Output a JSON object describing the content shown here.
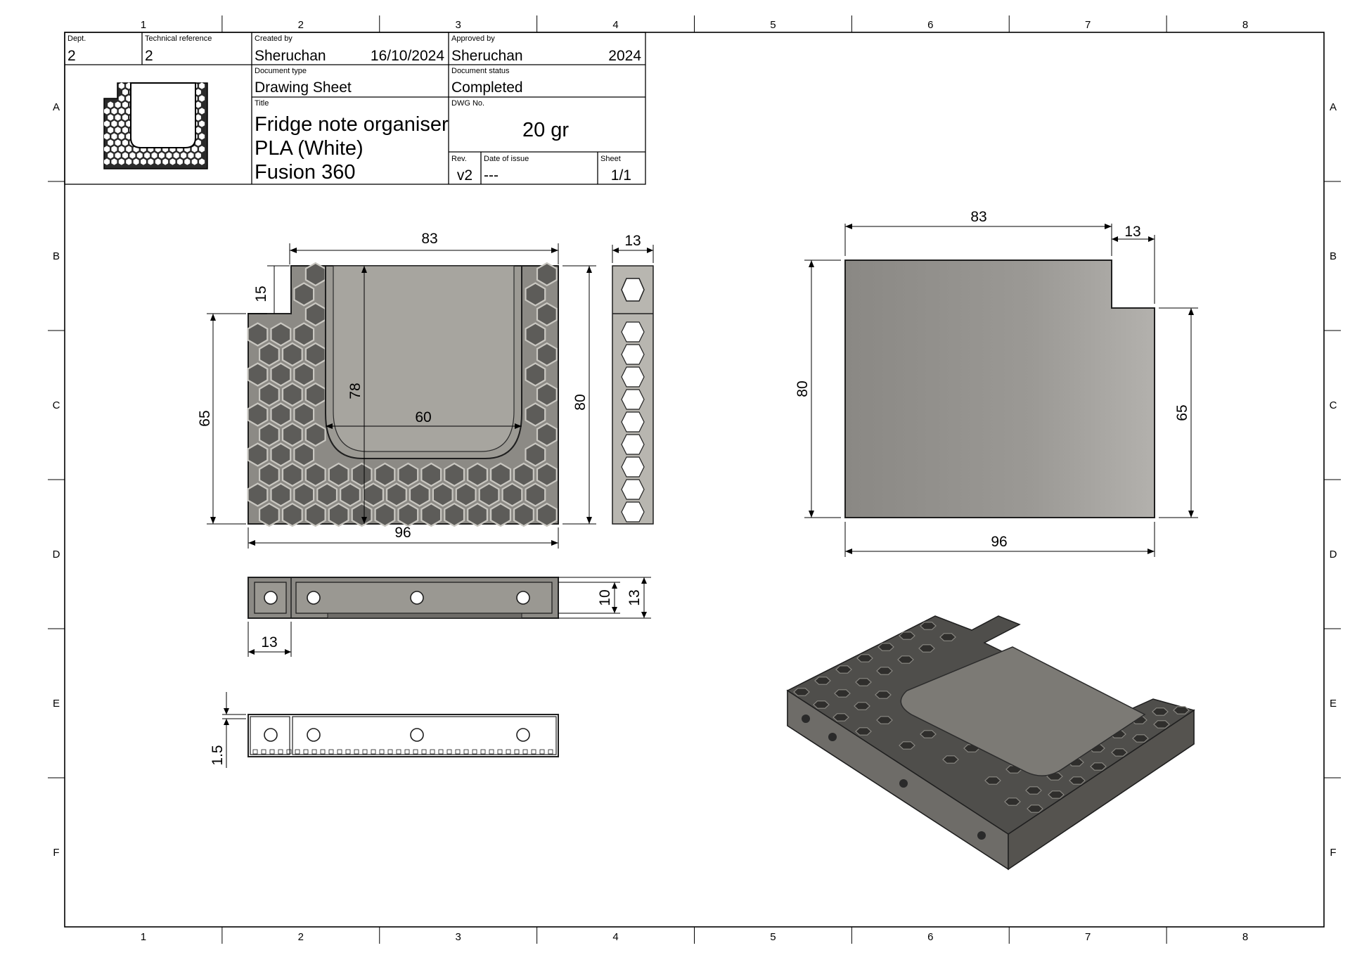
{
  "title_block": {
    "dept_label": "Dept.",
    "dept_value": "2",
    "tech_ref_label": "Technical reference",
    "tech_ref_value": "2",
    "created_by_label": "Created by",
    "created_by_value": "Sheruchan",
    "created_date": "16/10/2024",
    "approved_by_label": "Approved by",
    "approved_by_value": "Sheruchan",
    "approved_year": "2024",
    "doc_type_label": "Document type",
    "doc_type_value": "Drawing Sheet",
    "doc_status_label": "Document status",
    "doc_status_value": "Completed",
    "title_label": "Title",
    "title_lines": [
      "Fridge note organiser",
      "PLA (White)",
      "Fusion 360"
    ],
    "dwg_label": "DWG No.",
    "dwg_value": "20 gr",
    "rev_label": "Rev.",
    "rev_value": "v2",
    "issue_label": "Date of issue",
    "issue_value": "---",
    "sheet_label": "Sheet",
    "sheet_value": "1/1"
  },
  "zones": {
    "columns": [
      "1",
      "2",
      "3",
      "4",
      "5",
      "6",
      "7",
      "8"
    ],
    "rows": [
      "A",
      "B",
      "C",
      "D",
      "E",
      "F"
    ]
  },
  "dimensions": {
    "front_top_width": "83",
    "front_step": "15",
    "front_left_height": "65",
    "front_inner_height": "78",
    "front_inner_width": "60",
    "front_right_height": "80",
    "front_bottom_width": "96",
    "side_width": "13",
    "bottom_inner": "10",
    "bottom_outer": "13",
    "bottom_tab": "13",
    "side2_thickness": "1.5",
    "back_top_width": "83",
    "back_step": "13",
    "back_left_height": "80",
    "back_right_height": "65",
    "back_bottom_width": "96"
  },
  "colors": {
    "part_fill": "#8c8a85",
    "part_dark": "#4e4d4a",
    "outline": "#1f1f1f"
  }
}
